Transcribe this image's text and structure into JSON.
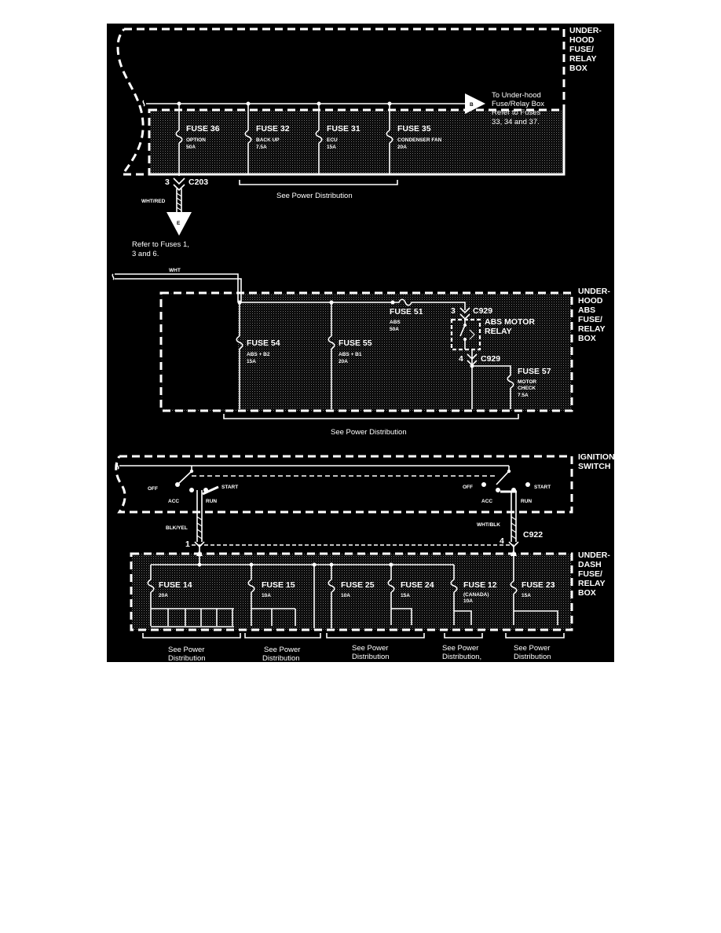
{
  "colors": {
    "background": "#000000",
    "ink": "#ffffff",
    "page": "#ffffff"
  },
  "underhood": {
    "box_label": [
      "UNDER-",
      "HOOD",
      "FUSE/",
      "RELAY",
      "BOX"
    ],
    "arrow_letter": "B",
    "arrow_note": [
      "To Under-hood",
      "Fuse/Relay Box",
      "Refer to Fuses",
      "33, 34 and 37."
    ],
    "fuses": [
      {
        "name": "FUSE 36",
        "desc": "OPTION",
        "amp": "50A"
      },
      {
        "name": "FUSE 32",
        "desc": "BACK UP",
        "amp": "7.5A"
      },
      {
        "name": "FUSE 31",
        "desc": "ECU",
        "amp": "15A"
      },
      {
        "name": "FUSE 35",
        "desc": "CONDENSER FAN",
        "amp": "20A"
      }
    ],
    "pin": "3",
    "connector": "C203",
    "wire_color": "WHT/RED",
    "see_label": "See Power Distribution",
    "e_letter": "E",
    "e_note": [
      "Refer to Fuses 1,",
      "3 and 6."
    ]
  },
  "abs": {
    "wire_color": "WHT",
    "box_label": [
      "UNDER-",
      "HOOD",
      "ABS",
      "FUSE/",
      "RELAY",
      "BOX"
    ],
    "fuses": [
      {
        "name": "FUSE 54",
        "desc": "ABS + B2",
        "amp": "15A"
      },
      {
        "name": "FUSE 55",
        "desc": "ABS + B1",
        "amp": "20A"
      },
      {
        "name": "FUSE 51",
        "desc": "ABS",
        "amp": "50A"
      }
    ],
    "fuse57": {
      "name": "FUSE 57",
      "desc1": "MOTOR",
      "desc2": "CHECK",
      "amp": "7.5A"
    },
    "relay": [
      "ABS MOTOR",
      "RELAY"
    ],
    "pin_top": "3",
    "pin_bottom": "4",
    "connector": "C929",
    "see_label": "See Power Distribution"
  },
  "ignition": {
    "box_label": [
      "IGNITION",
      "SWITCH"
    ],
    "left": {
      "off": "OFF",
      "acc": "ACC",
      "run": "RUN",
      "start": "START"
    },
    "right": {
      "off": "OFF",
      "acc": "ACC",
      "run": "RUN",
      "start": "START"
    },
    "wire_left": "BLK/YEL",
    "wire_right": "WHT/BLK",
    "pin_left": "1",
    "pin_right": "4",
    "connector": "C922"
  },
  "underdash": {
    "box_label": [
      "UNDER-",
      "DASH",
      "FUSE/",
      "RELAY",
      "BOX"
    ],
    "fuses": [
      {
        "name": "FUSE 14",
        "sub": "",
        "amp": "20A"
      },
      {
        "name": "FUSE 15",
        "sub": "",
        "amp": "10A"
      },
      {
        "name": "FUSE 25",
        "sub": "",
        "amp": "10A"
      },
      {
        "name": "FUSE 24",
        "sub": "",
        "amp": "15A"
      },
      {
        "name": "FUSE 12",
        "sub": "(CANADA)",
        "amp": "10A"
      },
      {
        "name": "FUSE 23",
        "sub": "",
        "amp": "15A"
      }
    ],
    "see_labels": [
      {
        "line1": "See Power",
        "line2": "Distribution"
      },
      {
        "line1": "See Power",
        "line2": "Distribution"
      },
      {
        "line1": "See Power",
        "line2": "Distribution"
      },
      {
        "line1": "See Power",
        "line2": "Distribution,"
      },
      {
        "line1": "See Power",
        "line2": "Distribution"
      }
    ]
  }
}
